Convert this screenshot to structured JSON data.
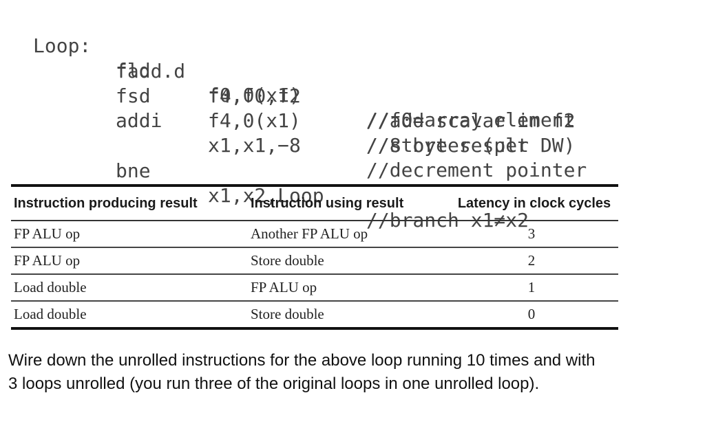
{
  "code": {
    "lines": [
      {
        "label": "Loop:",
        "op": "fld",
        "args": "f0,0(x1)",
        "comment": "//f0=array element"
      },
      {
        "label": "",
        "op": "fadd.d",
        "args": "f4,f0,f2",
        "comment": "//add scalar in f2"
      },
      {
        "label": "",
        "op": "fsd",
        "args": "f4,0(x1)",
        "comment": "//store result"
      },
      {
        "label": "",
        "op": "addi",
        "args": "x1,x1,−8",
        "comment": "//decrement pointer"
      },
      {
        "label": "",
        "op": "",
        "args": "",
        "comment": "//8 bytes (per DW)"
      },
      {
        "label": "",
        "op": "bne",
        "args": "x1,x2,Loop",
        "comment": "//branch x1≠x2"
      }
    ]
  },
  "table": {
    "headers": [
      "Instruction producing result",
      "Instruction using result",
      "Latency in clock cycles"
    ],
    "rows": [
      [
        "FP ALU op",
        "Another FP ALU op",
        "3"
      ],
      [
        "FP ALU op",
        "Store double",
        "2"
      ],
      [
        "Load double",
        "FP ALU op",
        "1"
      ],
      [
        "Load double",
        "Store double",
        "0"
      ]
    ]
  },
  "question": {
    "line1": "Wire down the unrolled instructions for the above loop running 10 times and with",
    "line2": "3 loops unrolled (you run three of the original loops in one unrolled loop)."
  }
}
